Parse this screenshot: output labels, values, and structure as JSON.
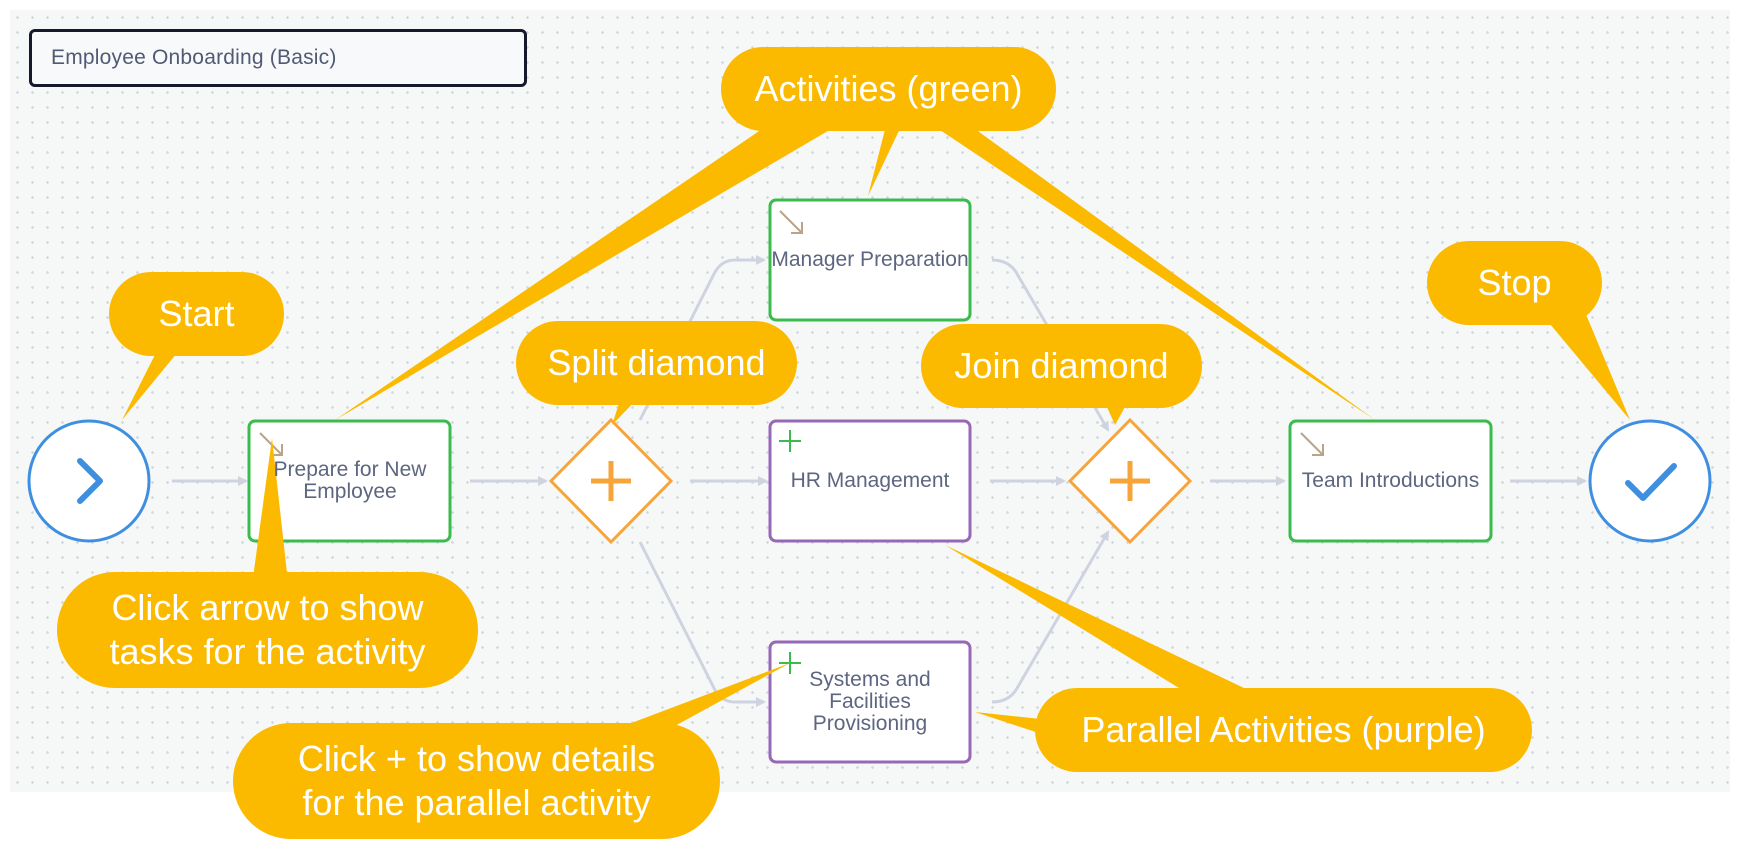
{
  "process": {
    "title": "Employee Onboarding (Basic)"
  },
  "nodes": {
    "start": {
      "kind": "start",
      "icon": "chevron-right-icon"
    },
    "prepare": {
      "label": "Prepare for New\nEmployee",
      "kind": "activity",
      "icon": "expand-arrow-icon"
    },
    "split": {
      "kind": "split-gateway",
      "icon": "plus-icon"
    },
    "manager": {
      "label": "Manager Preparation",
      "kind": "activity",
      "icon": "expand-arrow-icon"
    },
    "hr": {
      "label": "HR Management",
      "kind": "parallel-activity",
      "icon": "plus-icon"
    },
    "systems": {
      "label": "Systems and\nFacilities\nProvisioning",
      "kind": "parallel-activity",
      "icon": "plus-icon"
    },
    "join": {
      "kind": "join-gateway",
      "icon": "plus-icon"
    },
    "team": {
      "label": "Team Introductions",
      "kind": "activity",
      "icon": "expand-arrow-icon"
    },
    "stop": {
      "kind": "stop",
      "icon": "checkmark-icon"
    }
  },
  "callouts": {
    "activities": "Activities (green)",
    "start": "Start",
    "split": "Split diamond",
    "join": "Join diamond",
    "stop": "Stop",
    "arrow": "Click arrow to show\ntasks for the activity",
    "plus": "Click + to show details\nfor the parallel activity",
    "parallel": "Parallel Activities (purple)"
  },
  "colors": {
    "activity": "#3bbb4e",
    "parallel_activity": "#9767b8",
    "gateway": "#f7a53a",
    "start_stop": "#3f8fe0",
    "connector": "#cfd3df",
    "callout": "#fbba00",
    "title_border": "#16182c"
  }
}
